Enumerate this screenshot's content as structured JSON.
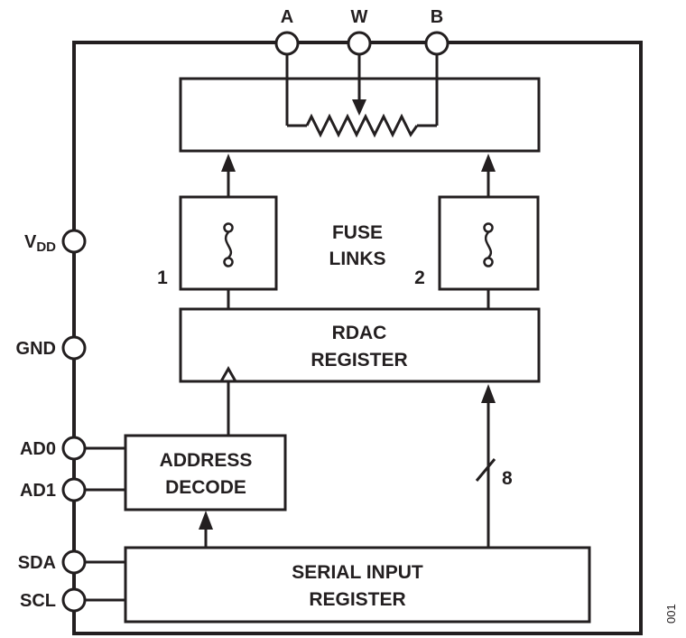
{
  "pins": {
    "top": {
      "a": "A",
      "w": "W",
      "b": "B"
    },
    "vdd": {
      "main": "V",
      "sub": "DD"
    },
    "gnd": "GND",
    "ad0": "AD0",
    "ad1": "AD1",
    "sda": "SDA",
    "scl": "SCL"
  },
  "blocks": {
    "fuse_links": {
      "line1": "FUSE",
      "line2": "LINKS"
    },
    "fuse_1_label": "1",
    "fuse_2_label": "2",
    "rdac_register": {
      "line1": "RDAC",
      "line2": "REGISTER"
    },
    "address_decode": {
      "line1": "ADDRESS",
      "line2": "DECODE"
    },
    "serial_input_register": {
      "line1": "SERIAL INPUT",
      "line2": "REGISTER"
    }
  },
  "bus_width_label": "8",
  "figure_number": "001"
}
